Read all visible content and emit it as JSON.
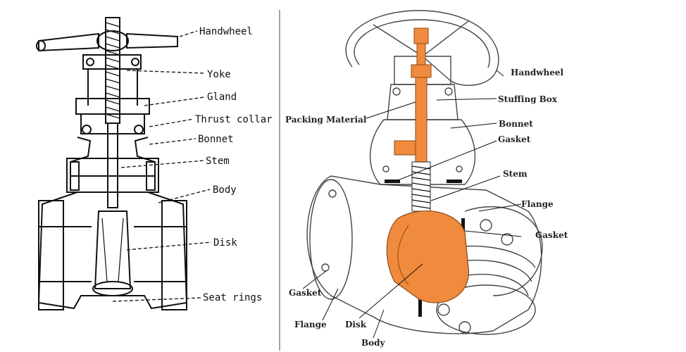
{
  "accent_color": "#f08a3c",
  "left_diagram": {
    "labels": {
      "handwheel": "Handwheel",
      "yoke": "Yoke",
      "gland": "Gland",
      "thrust_collar": "Thrust collar",
      "bonnet": "Bonnet",
      "stem": "Stem",
      "body": "Body",
      "disk": "Disk",
      "seat_rings": "Seat rings"
    }
  },
  "right_diagram": {
    "labels": {
      "handwheel": "Handwheel",
      "stuffing_box": "Stuffing Box",
      "packing_material": "Packing Material",
      "bonnet": "Bonnet",
      "gasket_top": "Gasket",
      "stem": "Stem",
      "flange_right": "Flange",
      "gasket_right": "Gasket",
      "gasket_left": "Gasket",
      "flange_left": "Flange",
      "disk": "Disk",
      "body": "Body"
    }
  }
}
